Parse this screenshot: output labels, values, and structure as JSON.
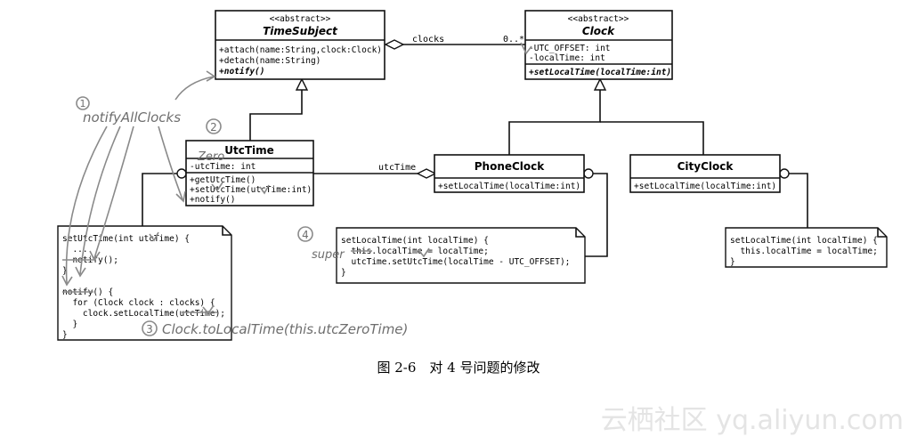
{
  "classes": {
    "time_subject": {
      "stereotype": "<<abstract>>",
      "name": "TimeSubject",
      "methods": [
        "+attach(name:String,clock:Clock)",
        "+detach(name:String)",
        "+notify()"
      ]
    },
    "clock": {
      "stereotype": "<<abstract>>",
      "name": "Clock",
      "attributes": [
        "-UTC_OFFSET: int",
        "-localTime: int"
      ],
      "methods": [
        "+setLocalTime(localTime:int)"
      ]
    },
    "utc_time": {
      "name": "UtcTime",
      "attributes": [
        "-utcTime: int"
      ],
      "methods": [
        "+getUtcTime()",
        "+setUtcTime(utcTime:int)",
        "+notify()"
      ]
    },
    "phone_clock": {
      "name": "PhoneClock",
      "methods": [
        "+setLocalTime(localTime:int)"
      ]
    },
    "city_clock": {
      "name": "CityClock",
      "methods": [
        "+setLocalTime(localTime:int)"
      ]
    }
  },
  "associations": {
    "clocks_role": "clocks",
    "clocks_mult": "0..*",
    "utctime_role": "utcTime"
  },
  "notes": {
    "utc_note": [
      "setUtcTime(int utcTime) {",
      "  ...",
      "  notify();",
      "}",
      "",
      "notify() {",
      "  for (Clock clock : clocks) {",
      "    clock.setLocalTime(utcTime);",
      "  }",
      "}"
    ],
    "phone_note": [
      "setLocalTime(int localTime) {",
      "  this.localTime = localTime;",
      "  utcTime.setUtcTime(localTime - UTC_OFFSET);",
      "}"
    ],
    "city_note": [
      "setLocalTime(int localTime) {",
      "  this.localTime = localTime;",
      "}"
    ]
  },
  "handwriting": {
    "n1": "1",
    "notify_all": "notifyAllClocks",
    "n2": "2",
    "zero": "Zero",
    "n3": "3",
    "to_local": "Clock.toLocalTime(this.utcZeroTime)",
    "n4": "4",
    "super": "super"
  },
  "caption": "图 2-6　对 4 号问题的修改",
  "watermark": "云栖社区 yq.aliyun.com"
}
